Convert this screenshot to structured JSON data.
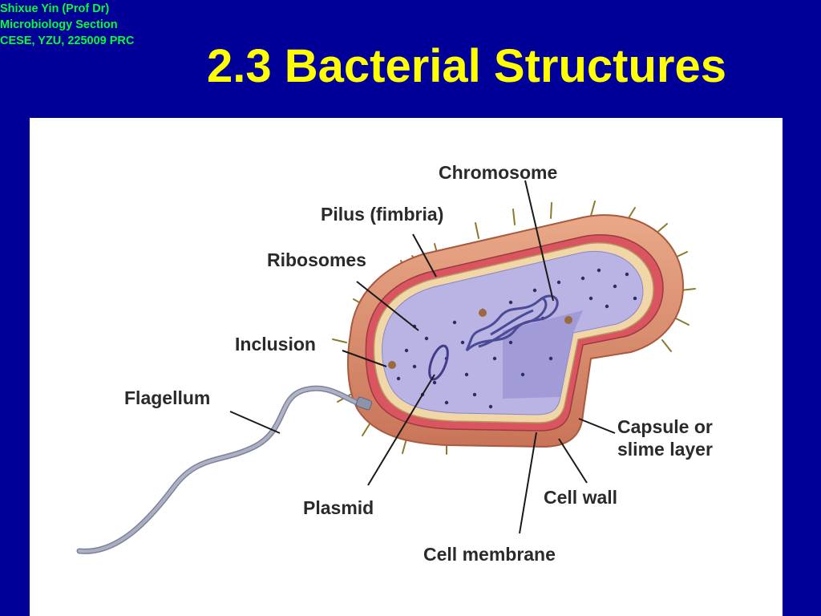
{
  "slide": {
    "credit": [
      "Shixue Yin (Prof Dr)",
      "Microbiology  Section",
      "CESE, YZU, 225009 PRC"
    ],
    "title": "2.3  Bacterial Structures"
  },
  "diagram": {
    "labels": {
      "chromosome": "Chromosome",
      "pilus": "Pilus (fimbria)",
      "ribosomes": "Ribosomes",
      "inclusion": "Inclusion",
      "flagellum": "Flagellum",
      "plasmid": "Plasmid",
      "capsule_line1": "Capsule or",
      "capsule_line2": "slime layer",
      "cell_wall": "Cell wall",
      "cell_membrane": "Cell membrane"
    },
    "colors": {
      "background": "#000099",
      "title": "#ffff00",
      "credit": "#00ff33",
      "capsule": "#e0987a",
      "cell_wall": "#d9555f",
      "membrane": "#f1d7a8",
      "cytoplasm": "#b9b4e4",
      "chromosome": "#5c5ca6",
      "flagellum": "#a8adc2"
    }
  }
}
